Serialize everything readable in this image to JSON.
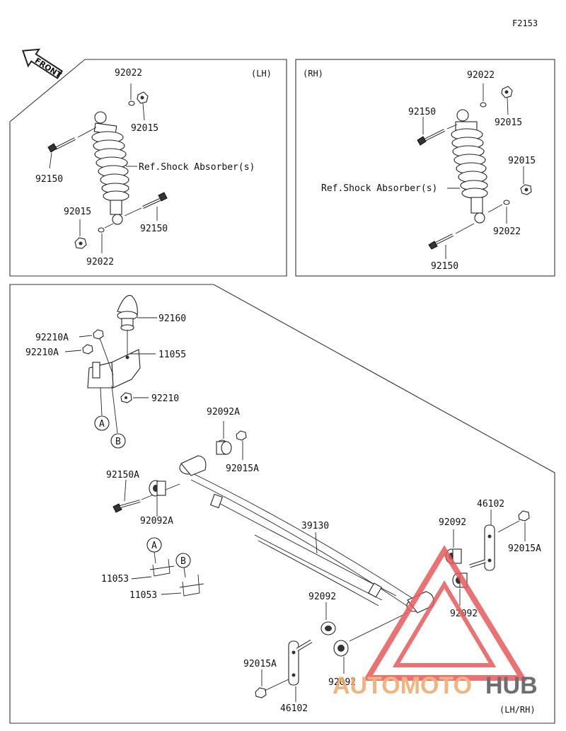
{
  "figure_code": "F2153",
  "front_label": "FRONT",
  "lh_panel": {
    "side_label": "(LH)",
    "parts": {
      "top_washer": "92022",
      "top_nut": "92015",
      "top_bolt": "92150",
      "absorber_ref": "Ref.Shock Absorber(s)",
      "lower_bolt": "92150",
      "lower_nut": "92015",
      "lower_washer": "92022"
    }
  },
  "rh_panel": {
    "side_label": "(RH)",
    "parts": {
      "top_washer": "92022",
      "top_nut": "92015",
      "top_bolt": "92150",
      "absorber_ref": "Ref.Shock Absorber(s)",
      "lower_nut": "92015",
      "lower_washer": "92022",
      "lower_bolt": "92150"
    }
  },
  "main_panel": {
    "side_label": "(LH/RH)",
    "parts": {
      "bump_stop": "92160",
      "nut_a1": "92210A",
      "nut_a2": "92210A",
      "bracket": "11055",
      "nut": "92210",
      "callout_a": "A",
      "callout_b": "B",
      "bushing_a_top": "92092A",
      "nut_15a_top": "92015A",
      "bolt_150a": "92150A",
      "bushing_a_left": "92092A",
      "leaf_spring": "39130",
      "shackle_right": "46102",
      "bushing_right_top": "92092",
      "nut_15a_right": "92015A",
      "bushing_right_lower": "92092",
      "ubolt_a": "11053",
      "ubolt_b": "11053",
      "bushing_bottom_top": "92092",
      "nut_15a_bottom": "92015A",
      "bushing_bottom": "92092",
      "shackle_bottom": "46102",
      "ubolt_callout_a": "A",
      "ubolt_callout_b": "B"
    }
  },
  "watermark": {
    "text_a": "AUTOMOTO",
    "text_b": "HUB",
    "color_a": "#f0a868",
    "color_b": "#555555",
    "logo_color": "#e85a5a"
  }
}
